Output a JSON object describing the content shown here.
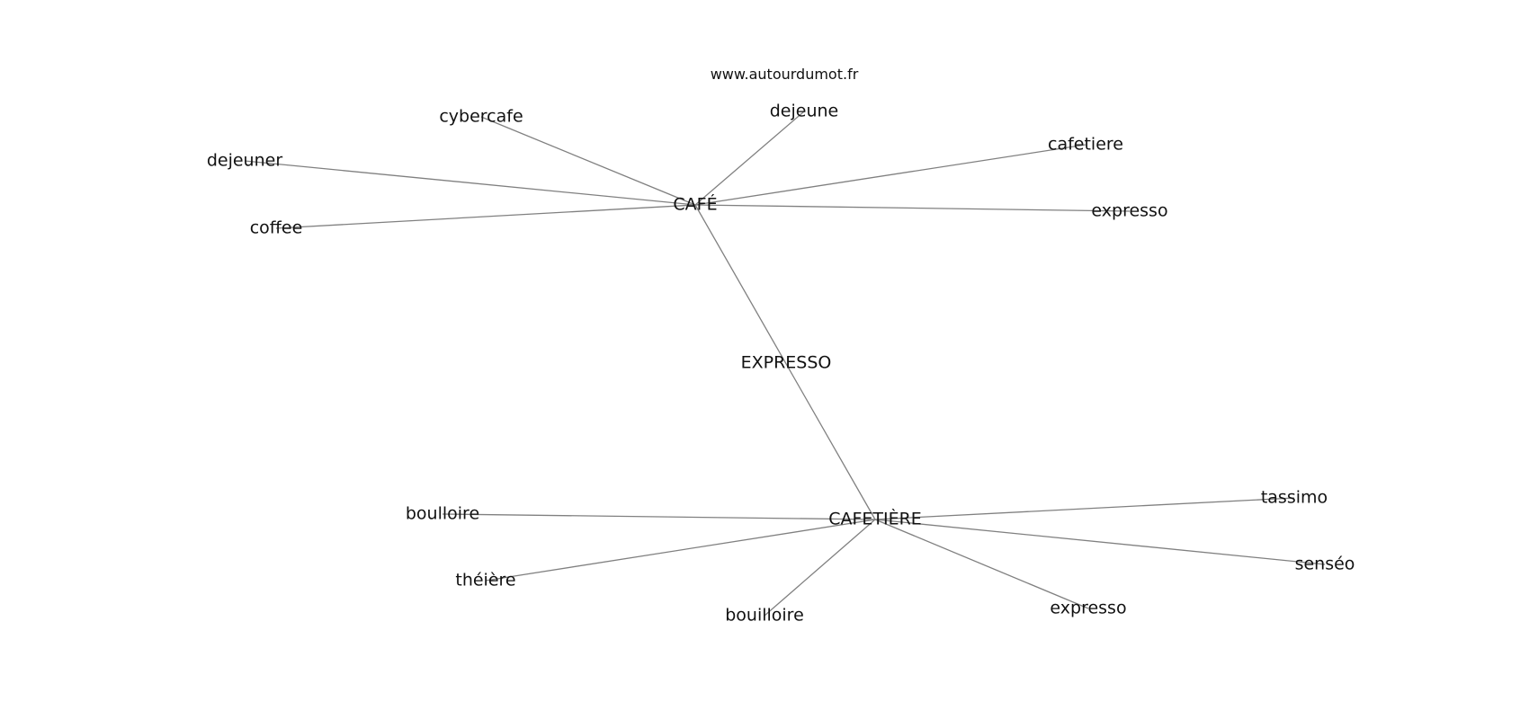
{
  "site": "www.autourdumot.fr",
  "nodes": [
    {
      "id": "cafe",
      "label": "CAFÉ"
    },
    {
      "id": "cafetiere_hub",
      "label": "CAFETIÈRE"
    },
    {
      "id": "cybercafe",
      "label": "cybercafe"
    },
    {
      "id": "dejeune",
      "label": "dejeune"
    },
    {
      "id": "cafetiere",
      "label": "cafetiere"
    },
    {
      "id": "dejeuner",
      "label": "dejeuner"
    },
    {
      "id": "coffee",
      "label": "coffee"
    },
    {
      "id": "expresso_top",
      "label": "expresso"
    },
    {
      "id": "boulloire",
      "label": "boulloire"
    },
    {
      "id": "theiere",
      "label": "théière"
    },
    {
      "id": "bouilloire",
      "label": "bouilloire"
    },
    {
      "id": "expresso_bottom",
      "label": "expresso"
    },
    {
      "id": "senseo",
      "label": "senséo"
    },
    {
      "id": "tassimo",
      "label": "tassimo"
    }
  ],
  "edges": [
    {
      "from": "cafe",
      "to": "cybercafe"
    },
    {
      "from": "cafe",
      "to": "dejeune"
    },
    {
      "from": "cafe",
      "to": "cafetiere"
    },
    {
      "from": "cafe",
      "to": "dejeuner"
    },
    {
      "from": "cafe",
      "to": "coffee"
    },
    {
      "from": "cafe",
      "to": "expresso_top"
    },
    {
      "from": "cafe",
      "to": "cafetiere_hub",
      "label": "EXPRESSO"
    },
    {
      "from": "cafetiere_hub",
      "to": "boulloire"
    },
    {
      "from": "cafetiere_hub",
      "to": "theiere"
    },
    {
      "from": "cafetiere_hub",
      "to": "bouilloire"
    },
    {
      "from": "cafetiere_hub",
      "to": "expresso_bottom"
    },
    {
      "from": "cafetiere_hub",
      "to": "senseo"
    },
    {
      "from": "cafetiere_hub",
      "to": "tassimo"
    }
  ]
}
